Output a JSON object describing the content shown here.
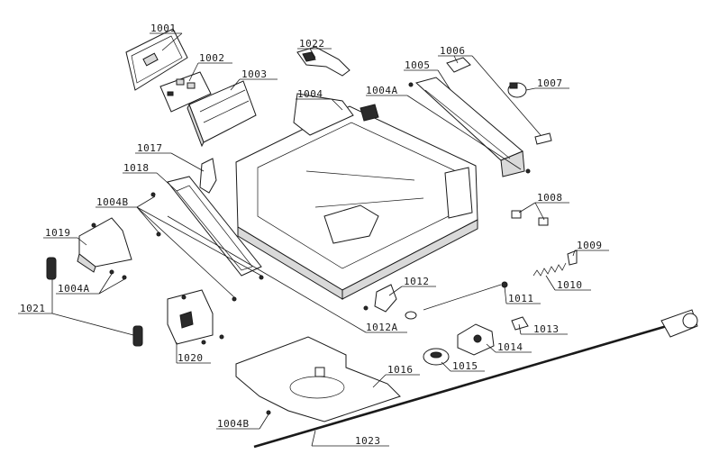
{
  "labels": {
    "p1001": "1001",
    "p1002": "1002",
    "p1003": "1003",
    "p1004": "1004",
    "p1004a_top": "1004A",
    "p1005": "1005",
    "p1006": "1006",
    "p1007": "1007",
    "p1008": "1008",
    "p1009": "1009",
    "p1010": "1010",
    "p1011": "1011",
    "p1012": "1012",
    "p1012a": "1012A",
    "p1013": "1013",
    "p1014": "1014",
    "p1015": "1015",
    "p1016": "1016",
    "p1017": "1017",
    "p1018": "1018",
    "p1019": "1019",
    "p1004b_left": "1004B",
    "p1004a_left": "1004A",
    "p1020": "1020",
    "p1021": "1021",
    "p1022": "1022",
    "p1023": "1023",
    "p1004b_bottom": "1004B"
  },
  "colors": {
    "line": "#1a1a1a",
    "background": "#ffffff",
    "shade": "#d9d9d9"
  }
}
